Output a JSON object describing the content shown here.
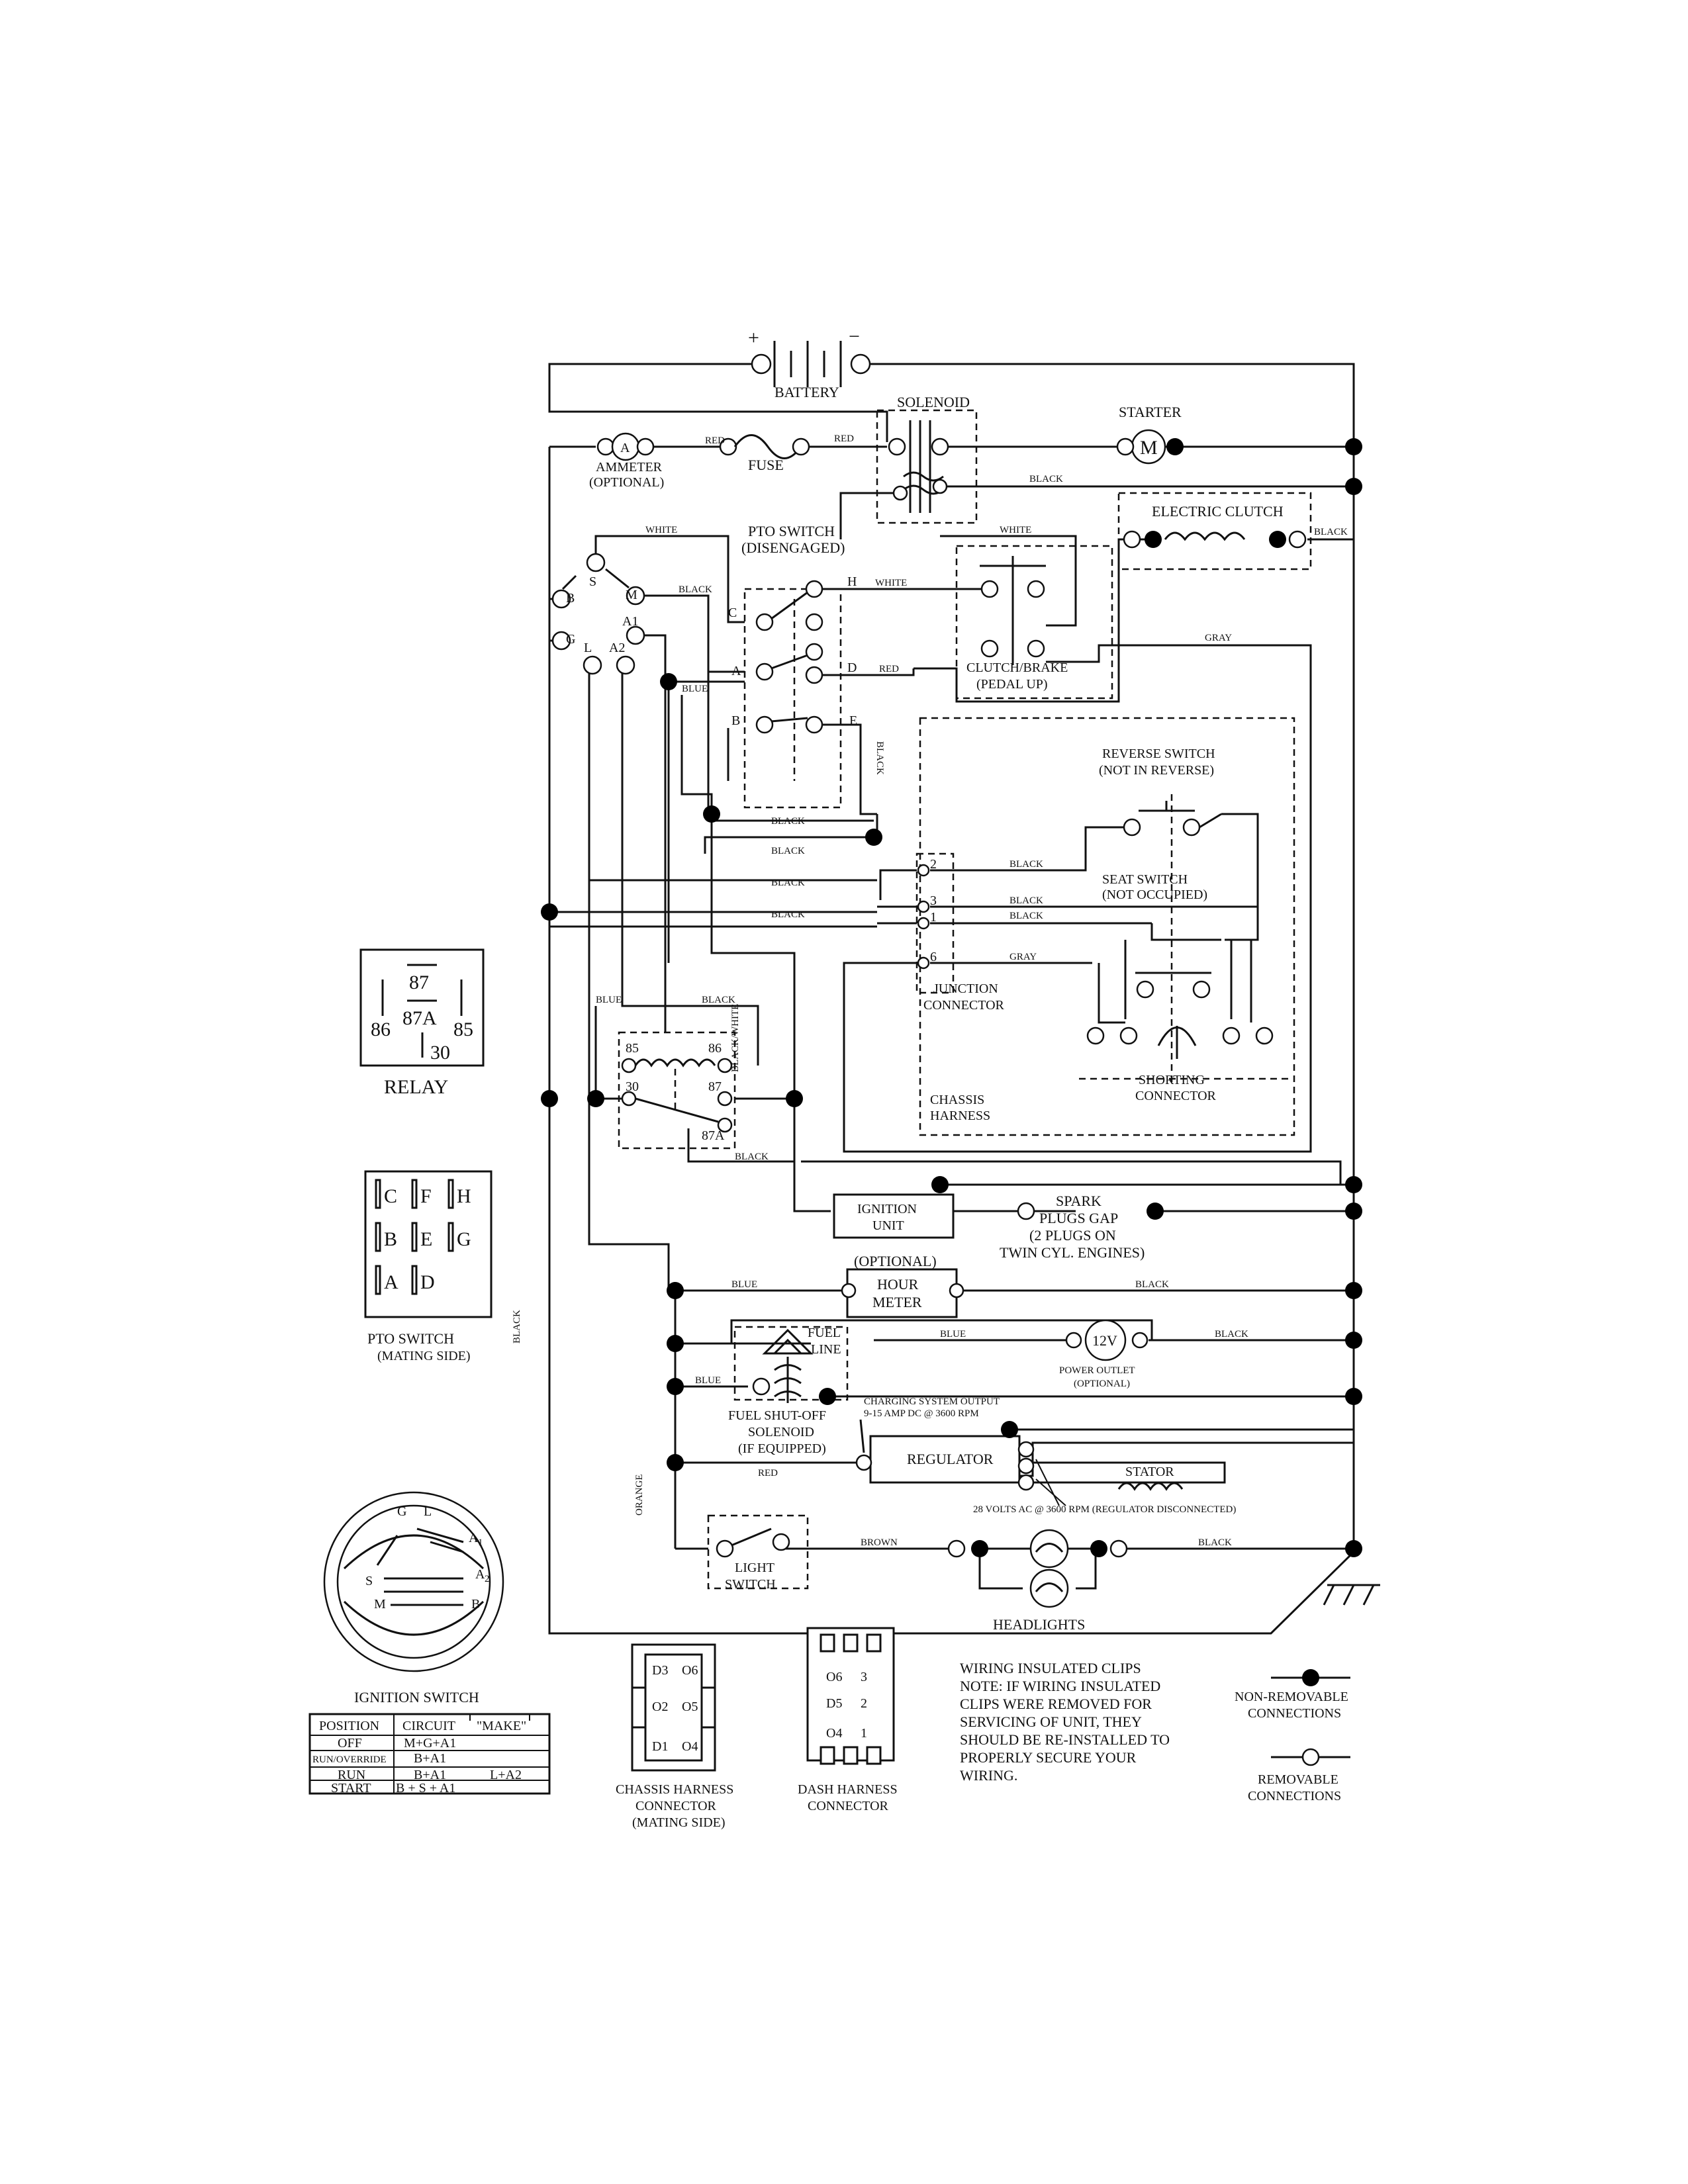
{
  "components": {
    "battery": "BATTERY",
    "battery_plus": "+",
    "battery_minus": "−",
    "solenoid": "SOLENOID",
    "starter": "STARTER",
    "starter_symbol": "M",
    "ammeter_symbol": "A",
    "ammeter": "AMMETER",
    "ammeter_optional": "(OPTIONAL)",
    "fuse": "FUSE",
    "electric_clutch": "ELECTRIC CLUTCH",
    "pto_switch_title": "PTO SWITCH",
    "pto_switch_state": "(DISENGAGED)",
    "clutch_brake": "CLUTCH/BRAKE",
    "clutch_brake_state": "(PEDAL UP)",
    "reverse_switch": "REVERSE SWITCH",
    "reverse_switch_state": "(NOT IN REVERSE)",
    "seat_switch": "SEAT SWITCH",
    "seat_switch_state": "(NOT OCCUPIED)",
    "junction_connector_1": "JUNCTION",
    "junction_connector_2": "CONNECTOR",
    "shorting_connector_1": "SHORTING",
    "shorting_connector_2": "CONNECTOR",
    "chassis_harness_1": "CHASSIS",
    "chassis_harness_2": "HARNESS",
    "ignition_unit_1": "IGNITION",
    "ignition_unit_2": "UNIT",
    "spark_plugs_1": "SPARK",
    "spark_plugs_2": "PLUGS GAP",
    "spark_plugs_3": "(2 PLUGS ON",
    "spark_plugs_4": "TWIN CYL. ENGINES)",
    "hour_meter_optional": "(OPTIONAL)",
    "hour_meter_1": "HOUR",
    "hour_meter_2": "METER",
    "fuel_line_1": "FUEL",
    "fuel_line_2": "LINE",
    "power_outlet_symbol": "12V",
    "power_outlet_1": "POWER OUTLET",
    "power_outlet_2": "(OPTIONAL)",
    "fuel_shutoff_1": "FUEL SHUT-OFF",
    "fuel_shutoff_2": "SOLENOID",
    "fuel_shutoff_3": "(IF EQUIPPED)",
    "charging_output_1": "CHARGING SYSTEM OUTPUT",
    "charging_output_2": "9-15 AMP DC @ 3600 RPM",
    "regulator": "REGULATOR",
    "stator": "STATOR",
    "ac_note": "28 VOLTS AC @ 3600 RPM (REGULATOR DISCONNECTED)",
    "light_switch_1": "LIGHT",
    "light_switch_2": "SWITCH",
    "headlights": "HEADLIGHTS"
  },
  "wire_colors": {
    "red": "RED",
    "white": "WHITE",
    "black": "BLACK",
    "blue": "BLUE",
    "gray": "GRAY",
    "orange": "ORANGE",
    "brown": "BROWN",
    "black_white": "BLACK/WHITE"
  },
  "pins": {
    "ign_S": "S",
    "ign_M": "M",
    "ign_B": "B",
    "ign_A1": "A1",
    "ign_G": "G",
    "ign_L": "L",
    "ign_A2": "A2",
    "pto_C": "C",
    "pto_A": "A",
    "pto_B": "B",
    "pto_H": "H",
    "pto_D": "D",
    "pto_E": "E",
    "jc_2": "2",
    "jc_3": "3",
    "jc_1": "1",
    "jc_6": "6",
    "relay_85": "85",
    "relay_86": "86",
    "relay_30": "30",
    "relay_87": "87",
    "relay_87A": "87A"
  },
  "relay_legend": {
    "title": "RELAY",
    "p87": "87",
    "p87A": "87A",
    "p86": "86",
    "p85": "85",
    "p30": "30"
  },
  "pto_legend": {
    "title": "PTO SWITCH",
    "subtitle": "(MATING SIDE)",
    "cells": [
      "C",
      "F",
      "H",
      "B",
      "E",
      "G",
      "A",
      "D"
    ]
  },
  "ignition_legend": {
    "title": "IGNITION SWITCH",
    "face_G": "G",
    "face_L": "L",
    "face_A1": "A",
    "face_A1_sub": "1",
    "face_S": "S",
    "face_A2": "A",
    "face_A2_sub": "2",
    "face_M": "M",
    "face_B": "B",
    "headers": [
      "POSITION",
      "CIRCUIT",
      "\"MAKE\""
    ],
    "rows": [
      [
        "OFF",
        "M+G+A1",
        ""
      ],
      [
        "RUN/OVERRIDE",
        "B+A1",
        ""
      ],
      [
        "RUN",
        "B+A1",
        "L+A2"
      ],
      [
        "START",
        "B + S + A1",
        ""
      ]
    ]
  },
  "chassis_connector": {
    "pins_left": [
      "D3",
      "O2",
      "D1"
    ],
    "pins_right": [
      "O6",
      "O5",
      "O4"
    ],
    "label_1": "CHASSIS HARNESS",
    "label_2": "CONNECTOR",
    "label_3": "(MATING SIDE)"
  },
  "dash_connector": {
    "pins_left": [
      "O6",
      "D5",
      "O4"
    ],
    "pins_right": [
      "3",
      "2",
      "1"
    ],
    "label_1": "DASH HARNESS",
    "label_2": "CONNECTOR"
  },
  "notes": {
    "clips_title": "WIRING INSULATED CLIPS",
    "clips_lines": [
      "NOTE:  IF WIRING INSULATED",
      "CLIPS WERE REMOVED FOR",
      "SERVICING OF UNIT, THEY",
      "SHOULD BE RE-INSTALLED TO",
      "PROPERLY SECURE YOUR",
      "WIRING."
    ]
  },
  "legend": {
    "non_removable_1": "NON-REMOVABLE",
    "non_removable_2": "CONNECTIONS",
    "removable_1": "REMOVABLE",
    "removable_2": "CONNECTIONS"
  }
}
